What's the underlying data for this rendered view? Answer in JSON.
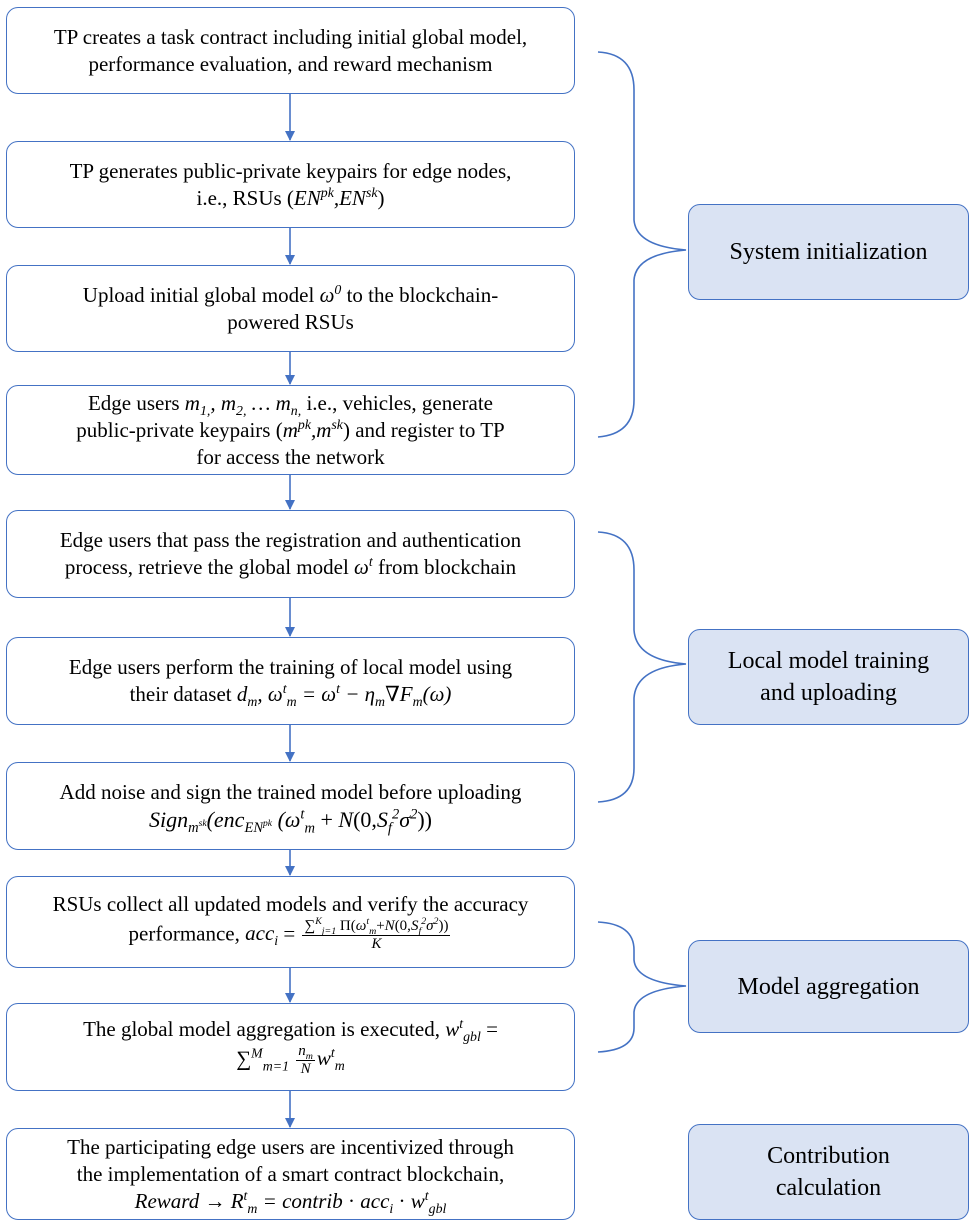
{
  "steps": [
    {
      "id": "task-contract",
      "lines": [
        "TP creates a task contract including initial global model,",
        "performance evaluation, and reward mechanism"
      ]
    },
    {
      "id": "keypairs-edge-nodes",
      "lines": [
        "TP generates public-private keypairs for edge nodes,",
        "i.e., RSUs (EN^pk, EN^sk)"
      ]
    },
    {
      "id": "upload-initial-model",
      "lines": [
        "Upload initial global model ω^0 to the blockchain-",
        "powered RSUs"
      ]
    },
    {
      "id": "edge-users-register",
      "lines": [
        "Edge users m_1, m_2, … m_n, i.e., vehicles, generate",
        "public-private keypairs (m^pk, m^sk) and register to TP",
        "for access the network"
      ]
    },
    {
      "id": "retrieve-global-model",
      "lines": [
        "Edge users that pass the registration and authentication",
        "process, retrieve the global model ω^t from blockchain"
      ]
    },
    {
      "id": "local-training",
      "lines": [
        "Edge users perform the training of local model using",
        "their dataset d_m, ω_m^t = ω^t − η_m ∇F_m(ω)"
      ]
    },
    {
      "id": "add-noise-sign",
      "lines": [
        "Add noise and sign the trained model before uploading",
        "Sign_m^sk (enc_EN^pk (ω_m^t + N(0, S_f^2 σ^2))"
      ]
    },
    {
      "id": "verify-accuracy",
      "lines": [
        "RSUs collect all updated models and verify the accuracy",
        "performance, acc_i = Σ_{j=1}^K Π(ω_m^t + N(0, S_f^2 σ^2)) / K"
      ]
    },
    {
      "id": "global-aggregation",
      "lines": [
        "The global model aggregation is executed, w_gbl^t =",
        "Σ_{m=1}^M (n_m / N) w_m^t"
      ]
    },
    {
      "id": "reward",
      "lines": [
        "The participating edge users are incentivized through",
        "the implementation of a smart contract blockchain,",
        "Reward → R_m^t = contrib · acc_i · w_gbl^t"
      ]
    }
  ],
  "text": {
    "s1a": "TP creates a task contract including initial global model,",
    "s1b": "performance evaluation, and reward mechanism",
    "s2a": "TP generates public-private keypairs for edge nodes,",
    "s2b_pre": "i.e., RSUs (",
    "s3a_pre": "Upload initial global model ",
    "s3a_post": " to the blockchain-",
    "s3b": "powered RSUs",
    "s4a_pre": "Edge users ",
    "s4a_post": " i.e., vehicles, generate",
    "s4b_pre": "public-private keypairs (",
    "s4b_post": ") and register to TP",
    "s4c": "for access the network",
    "s5a": "Edge users that pass the registration and authentication",
    "s5b_pre": "process, retrieve the global model ",
    "s5b_post": " from blockchain",
    "s6a": "Edge users perform the training of local model using",
    "s6b_pre": "their dataset ",
    "s7a": "Add noise and sign the trained model before uploading",
    "s8a": "RSUs collect all updated models and verify the accuracy",
    "s8b_pre": "performance, ",
    "s9a_pre": "The global model aggregation is executed, ",
    "s10a": "The participating edge users are incentivized through",
    "s10b": "the implementation of a smart contract blockchain,"
  },
  "phases": [
    {
      "id": "system-initialization",
      "lines": [
        "System initialization"
      ]
    },
    {
      "id": "local-model-training",
      "lines": [
        "Local model training",
        "and uploading"
      ]
    },
    {
      "id": "model-aggregation",
      "lines": [
        "Model aggregation"
      ]
    },
    {
      "id": "contribution-calculation",
      "lines": [
        "Contribution",
        "calculation"
      ]
    }
  ],
  "colors": {
    "border": "#4472c4",
    "phase_fill": "#dae3f3",
    "arrow": "#4472c4",
    "bracket": "#4472c4"
  }
}
